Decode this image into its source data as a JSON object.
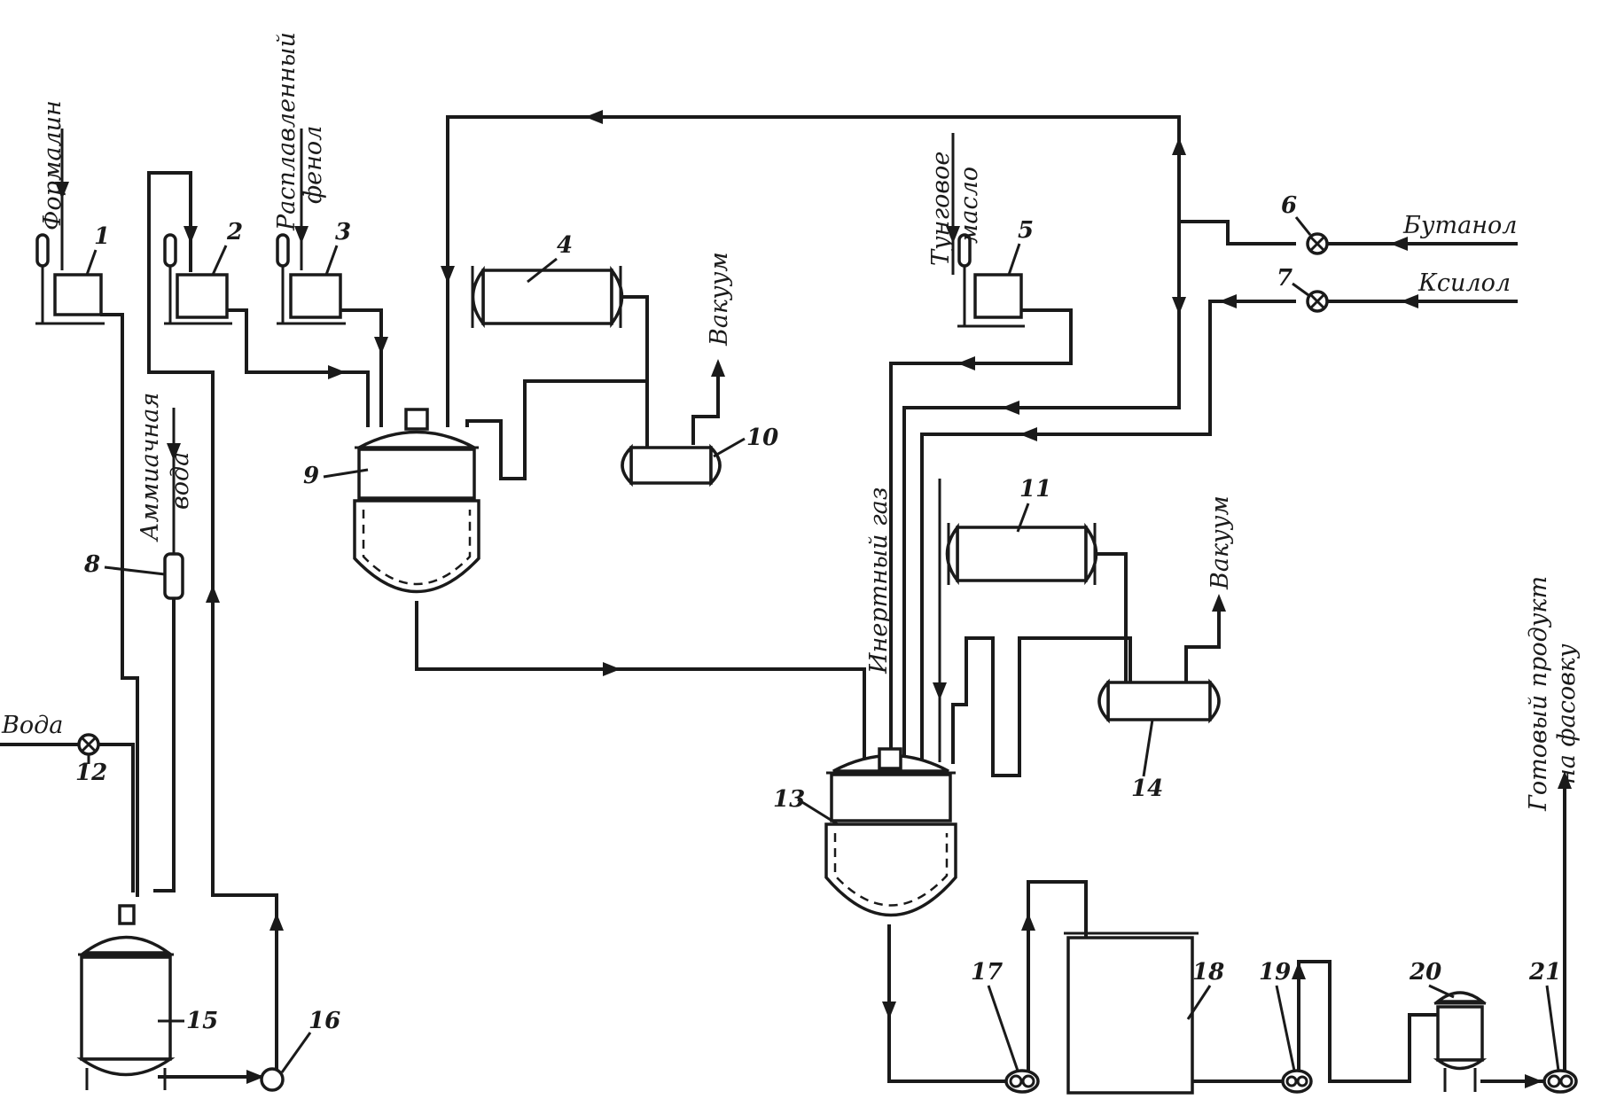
{
  "inputs": {
    "formalin": "Формалин",
    "molten_phenol_line1": "Расплавленный",
    "molten_phenol_line2": "фенол",
    "ammonia_water_line1": "Аммиачная",
    "ammonia_water_line2": "вода",
    "water": "Вода",
    "tung_oil_line1": "Тунговое",
    "tung_oil_line2": "масло",
    "butanol": "Бутанол",
    "xylene": "Ксилол",
    "inert_gas": "Инертный газ"
  },
  "outputs": {
    "vacuum_1": "Вакуум",
    "vacuum_2": "Вакуум",
    "product_line1": "Готовый продукт",
    "product_line2": "на фасовку"
  },
  "equipment_numbers": {
    "n1": "1",
    "n2": "2",
    "n3": "3",
    "n4": "4",
    "n5": "5",
    "n6": "6",
    "n7": "7",
    "n8": "8",
    "n9": "9",
    "n10": "10",
    "n11": "11",
    "n12": "12",
    "n13": "13",
    "n14": "14",
    "n15": "15",
    "n16": "16",
    "n17": "17",
    "n18": "18",
    "n19": "19",
    "n20": "20",
    "n21": "21"
  }
}
